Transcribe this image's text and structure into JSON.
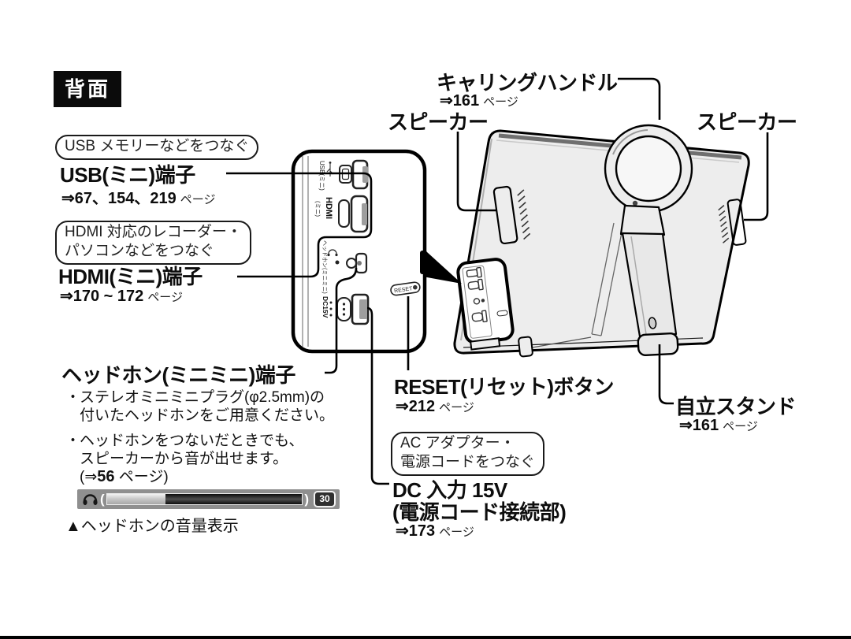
{
  "badge": {
    "text": "背面"
  },
  "sections": {
    "usb": {
      "note": "USB メモリーなどをつなぐ",
      "title": "USB(ミニ)端子",
      "ref": "⇒67、154、219",
      "ref_unit": "ページ"
    },
    "hdmi": {
      "note_line1": "HDMI 対応のレコーダー・",
      "note_line2": "パソコンなどをつなぐ",
      "title": "HDMI(ミニ)端子",
      "ref": "⇒170 ~ 172",
      "ref_unit": "ページ"
    },
    "headphone": {
      "title": "ヘッドホン(ミニミニ)端子",
      "bullet_mark": "・",
      "bullet1_line1": "ステレオミニミニプラグ(φ2.5mm)の",
      "bullet1_line2": "付いたヘッドホンをご用意ください。",
      "bullet2_line1": "ヘッドホンをつないだときでも、",
      "bullet2_line2": "スピーカーから音が出せます。",
      "bullet2_ref_open": "(⇒",
      "bullet2_ref_num": "56",
      "bullet2_ref_close": " ページ)"
    },
    "volume": {
      "open_paren": "(",
      "close_paren": ")",
      "value": "30",
      "caption": "▲ヘッドホンの音量表示"
    },
    "reset": {
      "title": "RESET(リセット)ボタン",
      "ref": "⇒212",
      "ref_unit": "ページ"
    },
    "dc": {
      "note_line1": "AC アダプター・",
      "note_line2": "電源コードをつなぐ",
      "title_line1": "DC 入力 15V",
      "title_line2": "(電源コード接続部)",
      "ref": "⇒173",
      "ref_unit": "ページ"
    },
    "handle": {
      "title": "キャリングハンドル",
      "ref": "⇒161",
      "ref_unit": "ページ"
    },
    "speaker_left": {
      "title": "スピーカー"
    },
    "speaker_right": {
      "title": "スピーカー"
    },
    "stand": {
      "title": "自立スタンド",
      "ref": "⇒161",
      "ref_unit": "ページ"
    }
  },
  "panel_labels": {
    "usb": "USB(ミニ)",
    "hdmi": "HDMI",
    "hdmi_mini": "(ミニ)",
    "headphone": "ヘッドホン(ミニミニ)",
    "dc": "DC15V",
    "reset": "RESET"
  }
}
